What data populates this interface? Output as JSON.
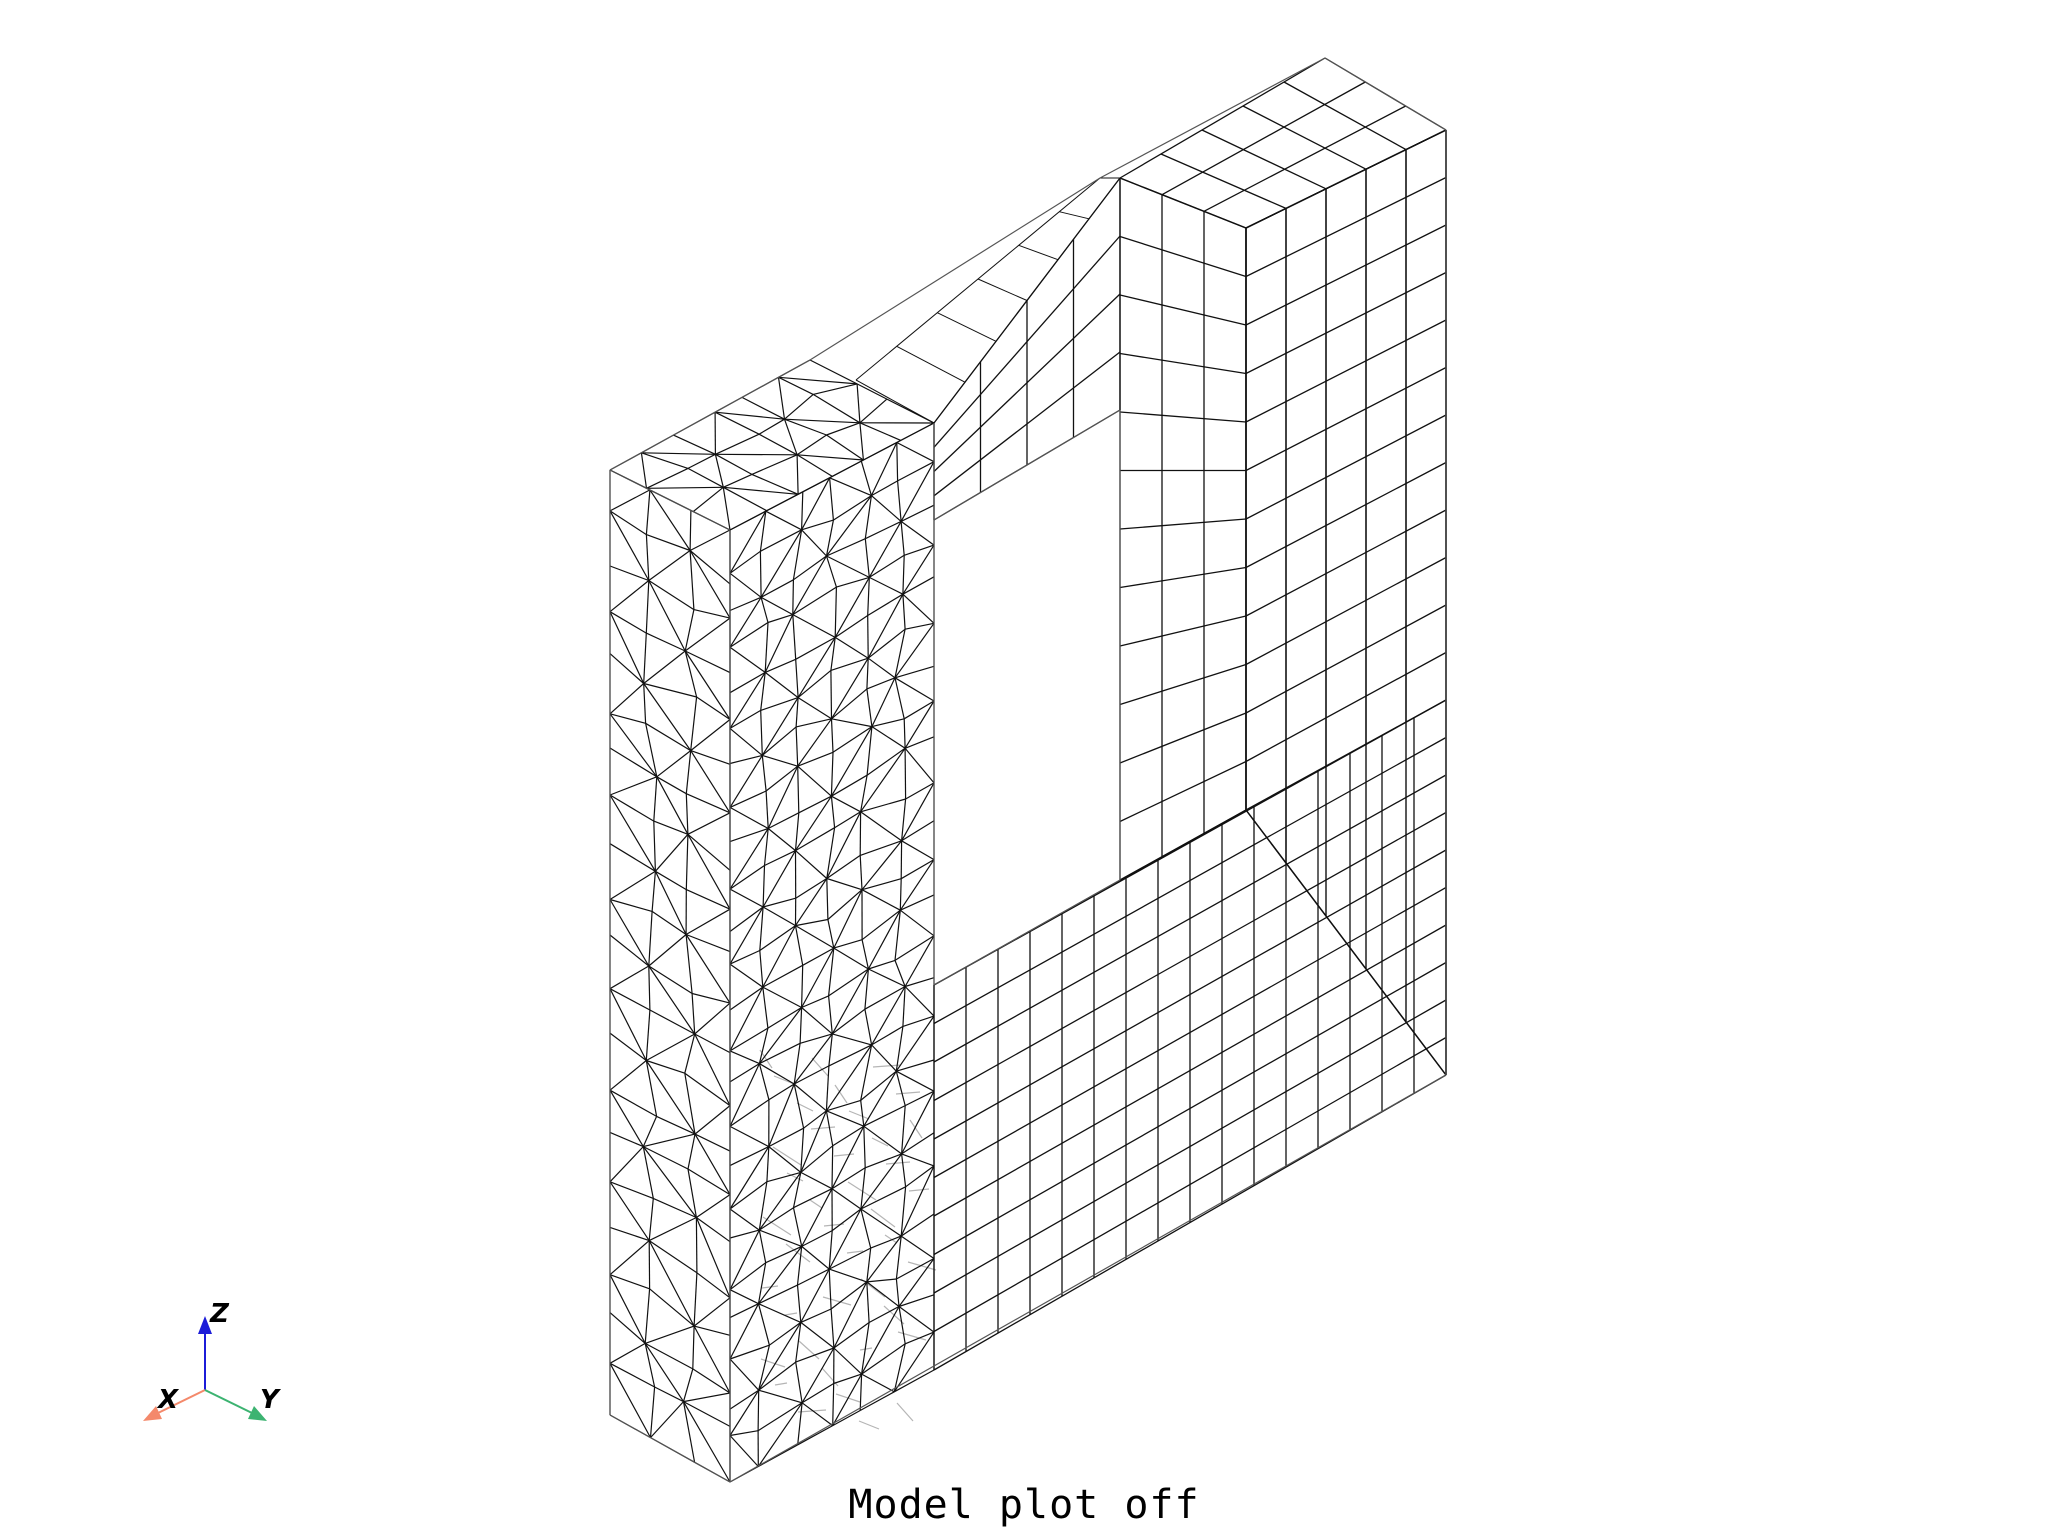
{
  "caption": "Model plot off",
  "axes": {
    "x_label": "X",
    "y_label": "Y",
    "z_label": "Z",
    "x_color": "#f4896b",
    "y_color": "#3cb371",
    "z_color": "#1c1cd8"
  },
  "mesh": {
    "line_color": "#111111",
    "hidden_line_color": "#b5b5b5",
    "background": "#ffffff",
    "left_pillar_element": "triangular",
    "frame_element": "hexahedral"
  }
}
